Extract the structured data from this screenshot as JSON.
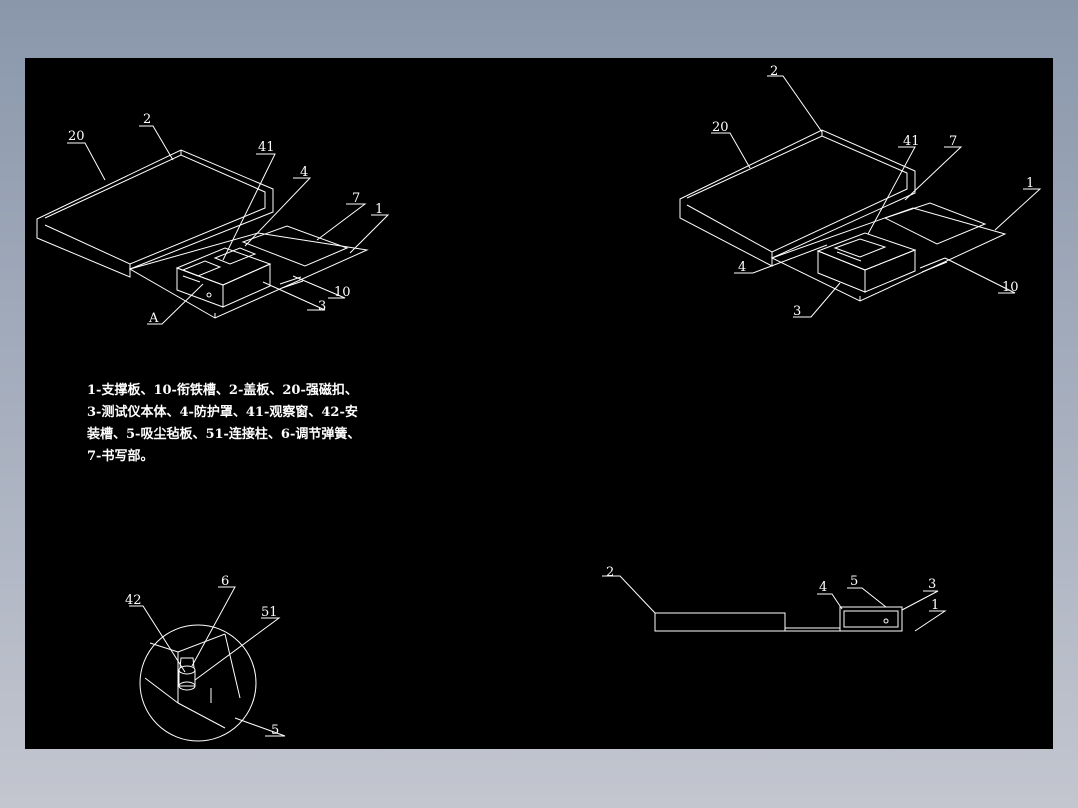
{
  "legend": {
    "lines": [
      "1-支撑板、10-衔铁槽、2-盖板、20-强磁扣、",
      "3-测试仪本体、4-防护罩、41-观察窗、42-安",
      "装槽、5-吸尘毡板、51-连接柱、6-调节弹簧、",
      "7-书写部。"
    ]
  },
  "views": {
    "view1": {
      "labels": [
        "20",
        "2",
        "41",
        "4",
        "7",
        "1",
        "10",
        "3",
        "A"
      ]
    },
    "view2": {
      "labels": [
        "2",
        "20",
        "41",
        "7",
        "1",
        "4",
        "10",
        "3"
      ]
    },
    "detail": {
      "labels": [
        "6",
        "42",
        "51",
        "5"
      ]
    },
    "side": {
      "labels": [
        "2",
        "4",
        "5",
        "3",
        "1"
      ]
    }
  },
  "colors": {
    "background": "#000000",
    "lines": "#ffffff",
    "frame": "#8a97ab"
  }
}
